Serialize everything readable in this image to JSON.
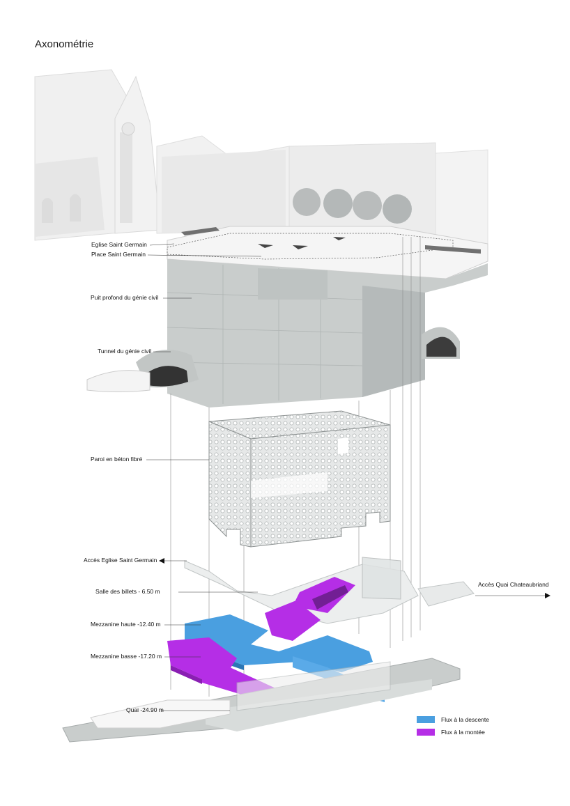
{
  "title": "Axonométrie",
  "labels": {
    "eglise": "Eglise Saint Germain",
    "place": "Place Saint Germain",
    "puit": "Puit profond du génie civil",
    "tunnel": "Tunnel du génie civil",
    "paroi": "Paroi en béton fibré",
    "acces_eglise": "Accès Eglise Saint Germain",
    "salle": "Salle des billets - 6.50 m",
    "acces_quai": "Accès Quai Chateaubriand",
    "mezz_haute": "Mezzanine haute -12.40 m",
    "mezz_basse": "Mezzanine basse -17.20 m",
    "quai": "Quai -24.90 m"
  },
  "legend": [
    {
      "label": "Flux à la descente",
      "color": "#4a9fe0"
    },
    {
      "label": "Flux à la montée",
      "color": "#b52ee6"
    }
  ],
  "colors": {
    "descente": "#4a9fe0",
    "montee": "#b52ee6",
    "concrete": "#cfd3d2",
    "concrete_dark": "#b4b9b8",
    "building": "#eeeeee"
  }
}
